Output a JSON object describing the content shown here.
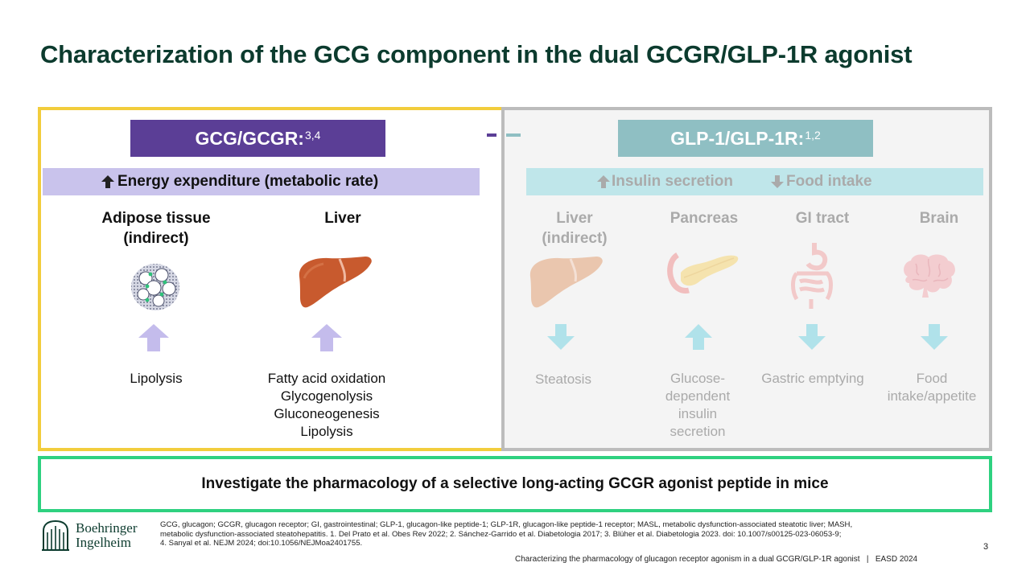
{
  "title": "Characterization of the GCG component in the dual GCGR/GLP-1R agonist",
  "left_panel": {
    "header": "GCG/GCGR:",
    "header_refs": "3,4",
    "band_text": "Energy expenditure (metabolic rate)",
    "organs": [
      {
        "label_line1": "Adipose tissue",
        "label_line2": "(indirect)",
        "icon": "adipose-tissue-icon",
        "arrow": "up",
        "effects": [
          "Lipolysis"
        ]
      },
      {
        "label_line1": "Liver",
        "label_line2": "",
        "icon": "liver-icon",
        "arrow": "up",
        "effects": [
          "Fatty acid oxidation",
          "Glycogenolysis",
          "Gluconeogenesis",
          "Lipolysis"
        ]
      }
    ]
  },
  "right_panel": {
    "header": "GLP-1/GLP-1R:",
    "header_refs": "1,2",
    "band_items": [
      "Insulin secretion",
      "Food intake"
    ],
    "organs": [
      {
        "label_line1": "Liver",
        "label_line2": "(indirect)",
        "icon": "liver-icon",
        "arrow": "down",
        "effects": [
          "Steatosis"
        ]
      },
      {
        "label_line1": "Pancreas",
        "label_line2": "",
        "icon": "pancreas-icon",
        "arrow": "up",
        "effects": [
          "Glucose-",
          "dependent",
          "insulin",
          "secretion"
        ]
      },
      {
        "label_line1": "GI tract",
        "label_line2": "",
        "icon": "gi-tract-icon",
        "arrow": "down",
        "effects": [
          "Gastric emptying"
        ]
      },
      {
        "label_line1": "Brain",
        "label_line2": "",
        "icon": "brain-icon",
        "arrow": "down",
        "effects": [
          "Food",
          "intake/appetite"
        ]
      }
    ]
  },
  "bottom_box": "Investigate the pharmacology of a selective long-acting GCGR agonist peptide in mice",
  "footnote_lines": [
    "GCG, glucagon; GCGR, glucagon receptor; GI, gastrointestinal; GLP-1, glucagon-like peptide-1; GLP-1R, glucagon-like peptide-1 receptor; MASL, metabolic dysfunction-associated steatotic liver; MASH,",
    "metabolic dysfunction-associated steatohepatitis.  1. Del Prato et al. Obes Rev 2022; 2. Sánchez-Garrido et al. Diabetologia 2017; 3. Blüher et al. Diabetologia 2023. doi: 10.1007/s00125-023-06053-9;",
    "4. Sanyal et al. NEJM 2024; doi:10.1056/NEJMoa2401755."
  ],
  "footer": "Characterizing the pharmacology of glucagon receptor agonism in a dual GCGR/GLP-1R agonist   |   EASD 2024",
  "page_number": "3",
  "logo": {
    "line1": "Boehringer",
    "line2": "Ingelheim"
  },
  "colors": {
    "title": "#0c3b2e",
    "gcg_header": "#5b3e96",
    "gcg_band": "#c9c3ec",
    "gcg_arrow": "#c4bcec",
    "glp_header": "#8fbfc3",
    "glp_band": "#bfe6ea",
    "glp_arrow": "#b0e2ea",
    "left_border": "#f2cd3c",
    "right_border": "#bcbcbc",
    "bottom_border": "#2ed180"
  }
}
